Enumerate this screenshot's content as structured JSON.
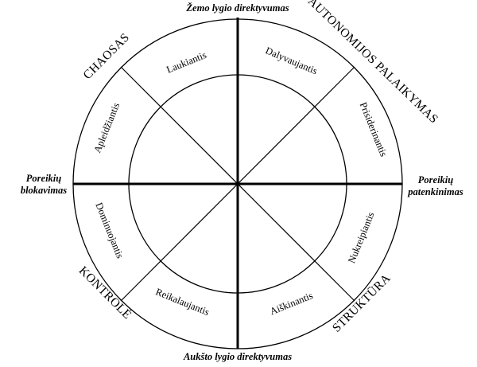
{
  "axes": {
    "top": "Žemo lygio direktyvumas",
    "bottom": "Aukšto lygio direktyvumas",
    "left_line1": "Poreikių",
    "left_line2": "blokavimas",
    "right_line1": "Poreikių",
    "right_line2": "patenkinimas"
  },
  "quadrants": {
    "top_left": "CHAOSAS",
    "top_right": "AUTONOMIJOS PALAIKYMAS",
    "bottom_left": "KONTROLĖ",
    "bottom_right": "STRUKTŪRA"
  },
  "sectors": {
    "top_left_upper": "Laukiantis",
    "top_right_upper": "Dalyvaujantis",
    "top_right_lower": "Prisiderinantis",
    "bottom_right_upper": "Nukreipiantis",
    "bottom_right_lower": "Aiškinantis",
    "bottom_left_lower": "Reikalaujantis",
    "bottom_left_upper": "Dominuojantis",
    "top_left_lower": "Apleidžiantis"
  },
  "colors": {
    "ink": "#000000",
    "background": "#ffffff"
  }
}
